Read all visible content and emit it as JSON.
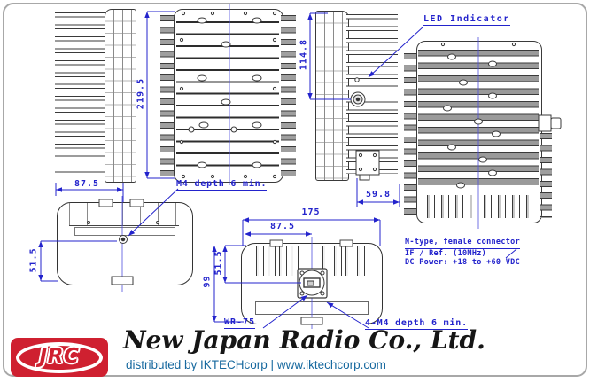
{
  "drawing": {
    "dims": {
      "overall_height": "219.5",
      "side_width": "87.5",
      "connector_height": "114.8",
      "flange_offset": "59.8",
      "total_width": "175",
      "half_width": "87.5",
      "hole_offset": "51.5",
      "front_offset": "51.5",
      "total_depth": "99"
    },
    "callouts": {
      "led_indicator": "LED Indicator",
      "m4_depth": "M4 depth 6 min.",
      "four_m4_depth": "4-M4 depth 6 min.",
      "wr75": "WR-75",
      "n_type": "N-type, female connector",
      "if_ref": "IF / Ref. (10MHz)",
      "dc_power": "DC Power: +18 to +60 VDC"
    }
  },
  "footer": {
    "logo": "JRC",
    "company": "New Japan Radio Co., Ltd.",
    "distributor": "distributed by IKTECHcorp | www.iktechcorp.com"
  },
  "colors": {
    "dimension_blue": "#2323cc",
    "drawing_line": "#3a3a3a",
    "fin_gray": "#9f9f9f",
    "logo_red": "#cf2030",
    "distributor_blue": "#17699f",
    "frame_gray": "#a8a8a8"
  }
}
